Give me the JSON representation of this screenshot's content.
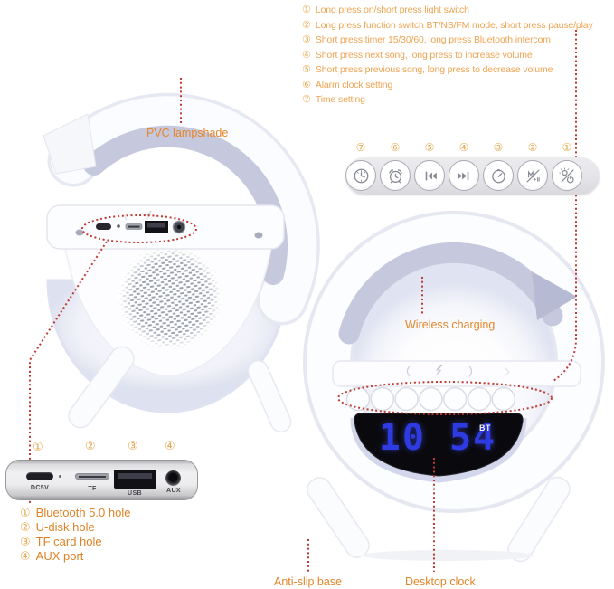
{
  "annotations": {
    "instructions": [
      {
        "num": "①",
        "text": "Long press on/short press light switch"
      },
      {
        "num": "②",
        "text": "Long press function switch BT/NS/FM mode, short press pause/play"
      },
      {
        "num": "③",
        "text": "Short press timer 15/30/60, long press Bluetooth intercom"
      },
      {
        "num": "④",
        "text": "Short press next song, long press to increase volume"
      },
      {
        "num": "⑤",
        "text": "Short press previous song, long press to decrease volume"
      },
      {
        "num": "⑥",
        "text": "Alarm clock setting"
      },
      {
        "num": "⑦",
        "text": "Time setting"
      }
    ],
    "labels": {
      "pvc": "PVC lampshade",
      "wireless": "Wireless charging",
      "antislip": "Anti-slip base",
      "desktop": "Desktop clock"
    }
  },
  "button_panel": {
    "numbers": [
      "⑦",
      "⑥",
      "⑤",
      "④",
      "③",
      "②",
      "①"
    ],
    "icons": [
      "time-clock-icon",
      "alarm-clock-icon",
      "previous-track-icon",
      "next-track-icon",
      "timer-icon",
      "mode-play-pause-icon",
      "light-power-icon"
    ]
  },
  "ports_panel": {
    "numbers": [
      "①",
      "②",
      "③",
      "④"
    ],
    "port_labels": [
      "DC5V",
      "TF",
      "USB",
      "AUX"
    ],
    "legend": [
      {
        "num": "①",
        "text": "Bluetooth 5.0 hole"
      },
      {
        "num": "②",
        "text": "U-disk hole"
      },
      {
        "num": "③",
        "text": "TF card hole"
      },
      {
        "num": "④",
        "text": "AUX port"
      }
    ]
  },
  "clock_display": {
    "time": "10 54",
    "mode": "BT"
  },
  "colors": {
    "label_orange": "#E3862B",
    "list_orange": "#EFA452",
    "number_gold": "#E5A94F",
    "callout_red": "#BF3A33",
    "clock_digits": "#2F3BE2",
    "lampshade_lavender": "#C6C9DD"
  }
}
